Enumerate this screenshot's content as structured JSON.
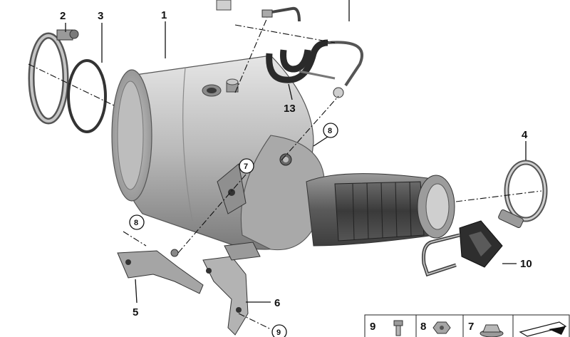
{
  "diagram": {
    "part_callouts": [
      {
        "id": "callout-1",
        "label": "1"
      },
      {
        "id": "callout-2",
        "label": "2"
      },
      {
        "id": "callout-3",
        "label": "3"
      },
      {
        "id": "callout-4",
        "label": "4"
      },
      {
        "id": "callout-5",
        "label": "5"
      },
      {
        "id": "callout-6",
        "label": "6"
      },
      {
        "id": "callout-10",
        "label": "10"
      },
      {
        "id": "callout-13",
        "label": "13"
      }
    ],
    "circled_callouts": [
      {
        "id": "circle-8-top",
        "label": "8"
      },
      {
        "id": "circle-7-body",
        "label": "7"
      },
      {
        "id": "circle-8-bracket",
        "label": "8"
      },
      {
        "id": "circle-9-bottom",
        "label": "9"
      }
    ],
    "legend": [
      {
        "id": "legend-9",
        "label": "9",
        "icon": "bolt-icon"
      },
      {
        "id": "legend-8",
        "label": "8",
        "icon": "hex-nut-icon"
      },
      {
        "id": "legend-7",
        "label": "7",
        "icon": "flange-nut-icon"
      },
      {
        "id": "legend-arrow",
        "label": "",
        "icon": "arrow-icon"
      }
    ],
    "colors": {
      "line": "#111111",
      "metal_light": "#d9d9d9",
      "metal_mid": "#a8a8a8",
      "metal_dark": "#6e6e6e",
      "hose": "#3a3a3a"
    }
  }
}
